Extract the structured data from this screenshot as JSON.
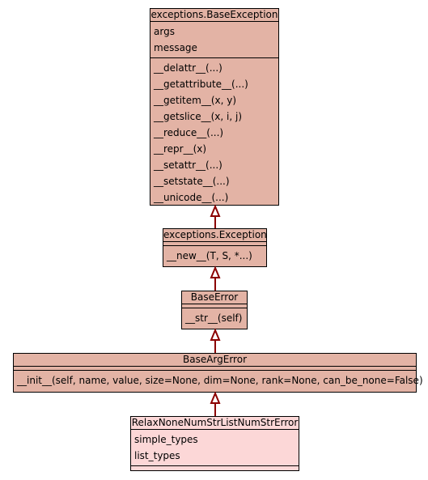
{
  "diagram": {
    "colors": {
      "base_fill": "#e3b3a5",
      "leaf_fill": "#fcd7d7",
      "arrow": "#8b0000",
      "border": "#000000"
    },
    "classes": [
      {
        "id": "base-exception",
        "name": "exceptions.BaseException",
        "attributes": [
          "args",
          "message"
        ],
        "methods": [
          "__delattr__(...)",
          "__getattribute__(...)",
          "__getitem__(x, y)",
          "__getslice__(x, i, j)",
          "__reduce__(...)",
          "__repr__(x)",
          "__setattr__(...)",
          "__setstate__(...)",
          "__unicode__(...)"
        ]
      },
      {
        "id": "exception",
        "name": "exceptions.Exception",
        "attributes": [],
        "methods": [
          "__new__(T, S, *...)"
        ]
      },
      {
        "id": "base-error",
        "name": "BaseError",
        "attributes": [],
        "methods": [
          "__str__(self)"
        ]
      },
      {
        "id": "base-arg-error",
        "name": "BaseArgError",
        "attributes": [],
        "methods": [
          "__init__(self, name, value, size=None, dim=None, rank=None, can_be_none=False)"
        ]
      },
      {
        "id": "relax-none-num-str-list-num-str-error",
        "name": "RelaxNoneNumStrListNumStrError",
        "attributes": [
          "simple_types",
          "list_types"
        ],
        "methods": []
      }
    ]
  }
}
